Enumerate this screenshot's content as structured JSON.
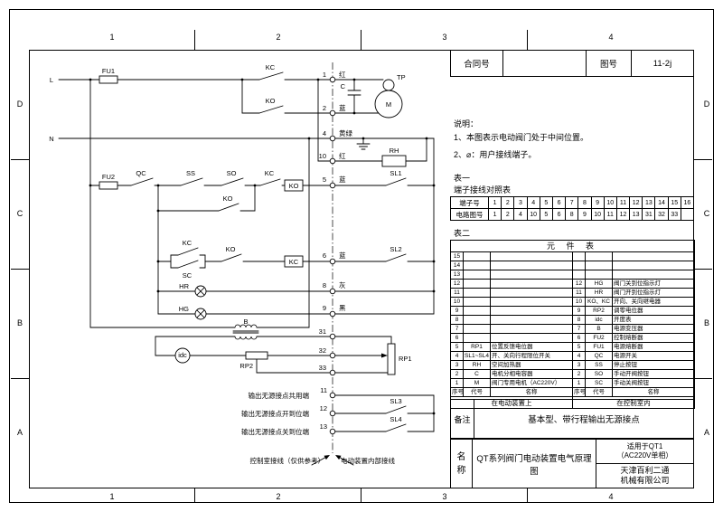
{
  "sheet": {
    "zones_top": [
      "1",
      "2",
      "3",
      "4"
    ],
    "zones_bottom": [
      "1",
      "2",
      "3",
      "4"
    ],
    "zones_left": [
      "D",
      "C",
      "B",
      "A"
    ],
    "zones_right": [
      "D",
      "C",
      "B",
      "A"
    ]
  },
  "header": {
    "contract_label": "合同号",
    "contract_value": "",
    "drawing_label": "图号",
    "drawing_value": "11-2j"
  },
  "notes": {
    "title": "说明：",
    "line1": "1、本图表示电动阀门处于中间位置。",
    "line2": "2、⌀：用户接线端子。"
  },
  "table1": {
    "label": "表一",
    "title": "端子接线对照表",
    "row1_label": "端子号",
    "row2_label": "电路图号",
    "terminals": [
      "1",
      "2",
      "3",
      "4",
      "5",
      "6",
      "7",
      "8",
      "9",
      "10",
      "11",
      "12",
      "13",
      "14",
      "15",
      "16"
    ],
    "circuits": [
      "1",
      "2",
      "4",
      "10",
      "5",
      "6",
      "8",
      "9",
      "10",
      "11",
      "12",
      "13",
      "31",
      "32",
      "33",
      ""
    ]
  },
  "table2": {
    "label": "表二",
    "title": "元 件 表",
    "headers": {
      "no": "序号",
      "code": "代号",
      "name": "名称"
    },
    "rows": [
      {
        "ln": "15",
        "lc": "",
        "lm": "",
        "rn": "",
        "rc": "",
        "rm": ""
      },
      {
        "ln": "14",
        "lc": "",
        "lm": "",
        "rn": "",
        "rc": "",
        "rm": ""
      },
      {
        "ln": "13",
        "lc": "",
        "lm": "",
        "rn": "",
        "rc": "",
        "rm": ""
      },
      {
        "ln": "12",
        "lc": "",
        "lm": "",
        "rn": "12",
        "rc": "HG",
        "rm": "阀门关到位指示灯"
      },
      {
        "ln": "11",
        "lc": "",
        "lm": "",
        "rn": "11",
        "rc": "HR",
        "rm": "阀门开到位指示灯"
      },
      {
        "ln": "10",
        "lc": "",
        "lm": "",
        "rn": "10",
        "rc": "KO、KC",
        "rm": "开向、关向继电器"
      },
      {
        "ln": "9",
        "lc": "",
        "lm": "",
        "rn": "9",
        "rc": "RP2",
        "rm": "调零电位器"
      },
      {
        "ln": "8",
        "lc": "",
        "lm": "",
        "rn": "8",
        "rc": "idc",
        "rm": "开度表"
      },
      {
        "ln": "7",
        "lc": "",
        "lm": "",
        "rn": "7",
        "rc": "B",
        "rm": "电源变压器"
      },
      {
        "ln": "6",
        "lc": "",
        "lm": "",
        "rn": "6",
        "rc": "FU2",
        "rm": "控制熔断器"
      },
      {
        "ln": "5",
        "lc": "RP1",
        "lm": "位置反馈电位器",
        "rn": "5",
        "rc": "FU1",
        "rm": "电源熔断器"
      },
      {
        "ln": "4",
        "lc": "SL1~SL4",
        "lm": "开、关向行程限位开关",
        "rn": "4",
        "rc": "QC",
        "rm": "电源开关"
      },
      {
        "ln": "3",
        "lc": "RH",
        "lm": "空间加热器",
        "rn": "3",
        "rc": "SS",
        "rm": "停止按钮"
      },
      {
        "ln": "2",
        "lc": "C",
        "lm": "电机分相电容器",
        "rn": "2",
        "rc": "SO",
        "rm": "手动开阀按钮"
      },
      {
        "ln": "1",
        "lc": "M",
        "lm": "阀门专用电机（AC220V）",
        "rn": "1",
        "rc": "SC",
        "rm": "手动关阀按钮"
      }
    ],
    "left_location": "在电动装置上",
    "right_location": "在控制室内"
  },
  "remarks": {
    "label": "备注",
    "text": "基本型、带行程输出无源接点"
  },
  "title_block": {
    "name_label": "名称",
    "drawing_title": "QT系列阀门电动装置电气原理图",
    "model_line1": "适用于QT1",
    "model_line2": "（AC220V单相）",
    "company_line1": "天津百利二通",
    "company_line2": "机械有限公司"
  },
  "schematic": {
    "power": {
      "l": "L",
      "n": "N"
    },
    "components": {
      "fu1": "FU1",
      "fu2": "FU2",
      "kc": "KC",
      "ko": "KO",
      "qc": "QC",
      "ss": "SS",
      "so": "SO",
      "sc": "SC",
      "sl1": "SL1",
      "sl2": "SL2",
      "sl3": "SL3",
      "sl4": "SL4",
      "hr": "HR",
      "hg": "HG",
      "b": "B",
      "idc": "idc",
      "rp1": "RP1",
      "rp2": "RP2",
      "rh": "RH",
      "m": "M",
      "tp": "TP",
      "c": "C"
    },
    "terminals": {
      "t1_no": "1",
      "t1_color": "红",
      "t2_no": "2",
      "t2_color": "蓝",
      "t4_no": "4",
      "t4_color": "黄绿",
      "t10_no": "10",
      "t10_color": "红",
      "t5_no": "5",
      "t5_color": "蓝",
      "t6_no": "6",
      "t6_color": "蓝",
      "t8_no": "8",
      "t8_color": "灰",
      "t9_no": "9",
      "t9_color": "黑",
      "t31": "31",
      "t32": "32",
      "t33": "33",
      "out_common_no": "11",
      "out_open_no": "12",
      "out_closed_no": "13"
    },
    "annotations": {
      "out_common": "输出无源接点共用端",
      "out_open": "输出无源接点开到位端",
      "out_closed": "输出无源接点关到位端",
      "left_zone": "控制室接线（仅供参考）",
      "right_zone": "电动装置内部接线"
    }
  }
}
